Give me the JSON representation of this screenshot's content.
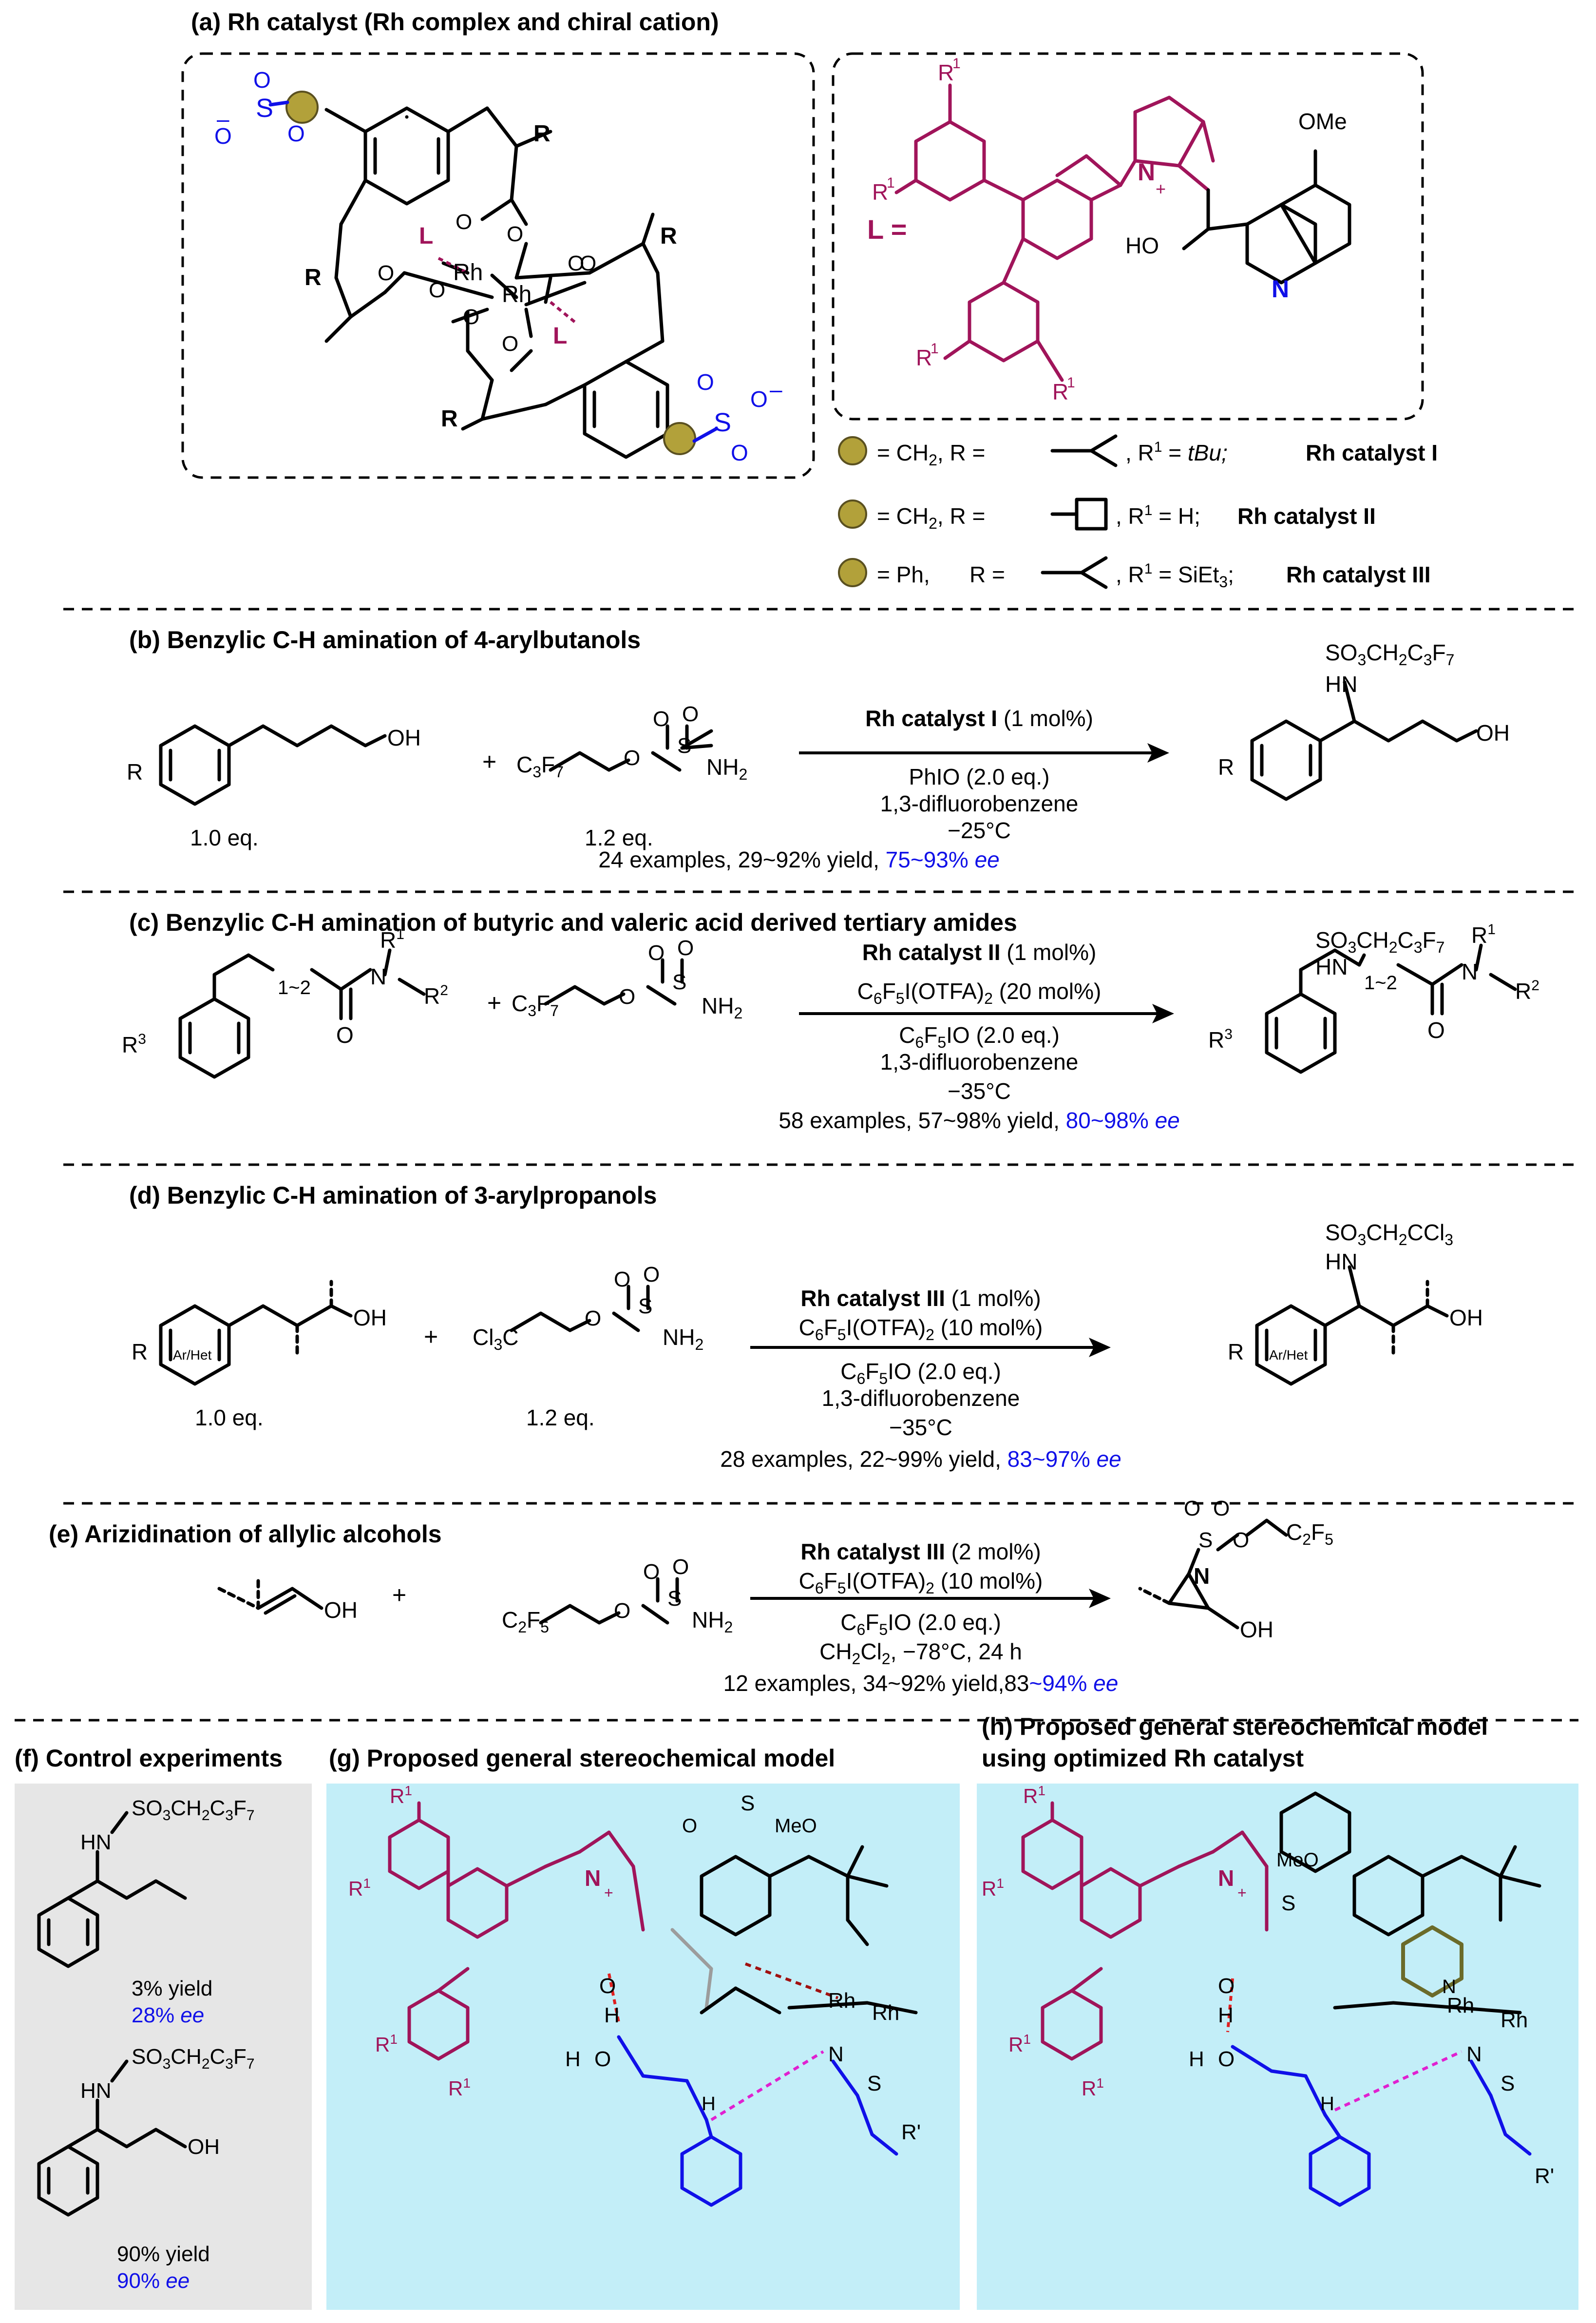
{
  "panel_a": {
    "title": "(a) Rh catalyst (Rh complex and chiral cation)",
    "complex": {
      "rh1": "Rh",
      "rh2": "Rh",
      "r": "R",
      "o": "O",
      "l_left": "L",
      "l_right": "L",
      "sulfonate": "S",
      "neg": "–"
    },
    "ligand": {
      "l_eq": "L =",
      "r1": "R",
      "r1_sup": "1",
      "ome": "OMe",
      "n": "N",
      "plus": "+",
      "ho": "HO"
    },
    "legend": [
      {
        "ball": "= CH",
        "sub": "2",
        "r_text": ", R =",
        "r1_text": ", R",
        "r1_sup": "1",
        "r1_val_pre": " = ",
        "r1_val": "tBu;",
        "catalyst": "Rh catalyst I"
      },
      {
        "ball": "= CH",
        "sub": "2",
        "r_text": ", R =",
        "r1_text": ", R",
        "r1_sup": "1",
        "r1_val_pre": " = ",
        "r1_val": "H;",
        "catalyst": "Rh catalyst II"
      },
      {
        "ball": "= Ph,",
        "sub": "",
        "r_text": "R =",
        "r1_text": ", R",
        "r1_sup": "1",
        "r1_val_pre": " = ",
        "r1_val": "SiEt",
        "r1_val_sub": "3",
        "r1_val_end": ";",
        "catalyst": "Rh catalyst III"
      }
    ],
    "colors": {
      "ball": "#b2a13a",
      "magenta": "#a0145a",
      "blue": "#1010e8"
    }
  },
  "panel_b": {
    "title": "(b) Benzylic C-H amination of 4-arylbutanols",
    "sm_eq": "1.0 eq.",
    "reagent_eq": "1.2 eq.",
    "reagent": "C3F7",
    "nh2": "NH",
    "nh2_sub": "2",
    "plus": "+",
    "cond_catalyst": "Rh catalyst I",
    "cond_catalyst_tail": " (1 mol%)",
    "cond_lines": [
      "PhIO (2.0 eq.)",
      "1,3-difluorobenzene",
      "−25°C"
    ],
    "result_prefix": "24 examples, 29~92% yield, ",
    "result_ee_val": "75~93% ",
    "result_ee": "ee",
    "product_group": "SO3CH2C3F7",
    "hn": "HN",
    "oh": "OH",
    "r": "R"
  },
  "panel_c": {
    "title": "(c) Benzylic C-H amination of butyric and valeric acid derived tertiary amides",
    "cond_catalyst": "Rh catalyst II",
    "cond_catalyst_tail": " (1 mol%)",
    "cond_lines": [
      "C6F5I(OTFA)2 (20 mol%)",
      "C6F5IO (2.0 eq.)",
      "1,3-difluorobenzene",
      "−35°C"
    ],
    "result_prefix": "58 examples, 57~98% yield, ",
    "result_ee_val": "80~98% ",
    "result_ee": "ee",
    "range": "1~2",
    "r1": "R",
    "r2": "R",
    "n": "N",
    "o": "O"
  },
  "panel_d": {
    "title": "(d) Benzylic C-H amination of 3-arylpropanols",
    "sm_eq": "1.0 eq.",
    "reagent_eq": "1.2 eq.",
    "cond_catalyst": "Rh catalyst III",
    "cond_catalyst_tail": " (1 mol%)",
    "cond_lines": [
      "C6F5I(OTFA)2 (10 mol%)",
      "C6F5IO (2.0 eq.)",
      "1,3-difluorobenzene",
      "−35°C"
    ],
    "result_prefix": "28 examples, 22~99% yield, ",
    "result_ee_val": "83~97% ",
    "result_ee": "ee",
    "product_group": "SO3CH2CCl3",
    "arhet": "Ar/Het",
    "cl3c": "Cl3C"
  },
  "panel_e": {
    "title": "(e) Arizidination of allylic alcohols",
    "cond_catalyst": "Rh catalyst III",
    "cond_catalyst_tail": " (2 mol%)",
    "cond_lines": [
      "C6F5I(OTFA)2 (10 mol%)",
      "C6F5IO (2.0 eq.)",
      "CH2Cl2, −78°C, 24 h"
    ],
    "result_prefix": "12 examples, 34~92% yield,83",
    "result_ee_val": "~94% ",
    "result_ee": "ee",
    "c2f5": "C2F5"
  },
  "panel_f": {
    "title": "(f)  Control experiments",
    "items": [
      {
        "group": "SO3CH2C3F7",
        "yield": "3% yield",
        "ee_val": "28% ",
        "ee": "ee"
      },
      {
        "group": "SO3CH2C3F7",
        "yield": "90% yield",
        "ee_val": "90% ",
        "ee": "ee"
      }
    ]
  },
  "panel_g": {
    "title": "(g)  Proposed general stereochemical model"
  },
  "panel_h": {
    "title_line1": "(h) Proposed general stereochemical model",
    "title_line2": "using optimized Rh catalyst"
  },
  "model_labels": {
    "rh": "Rh",
    "r1": "R",
    "r1_sup": "1",
    "n": "N",
    "h": "H",
    "o": "O",
    "s": "S",
    "rprime": "R'",
    "meo": "MeO"
  }
}
